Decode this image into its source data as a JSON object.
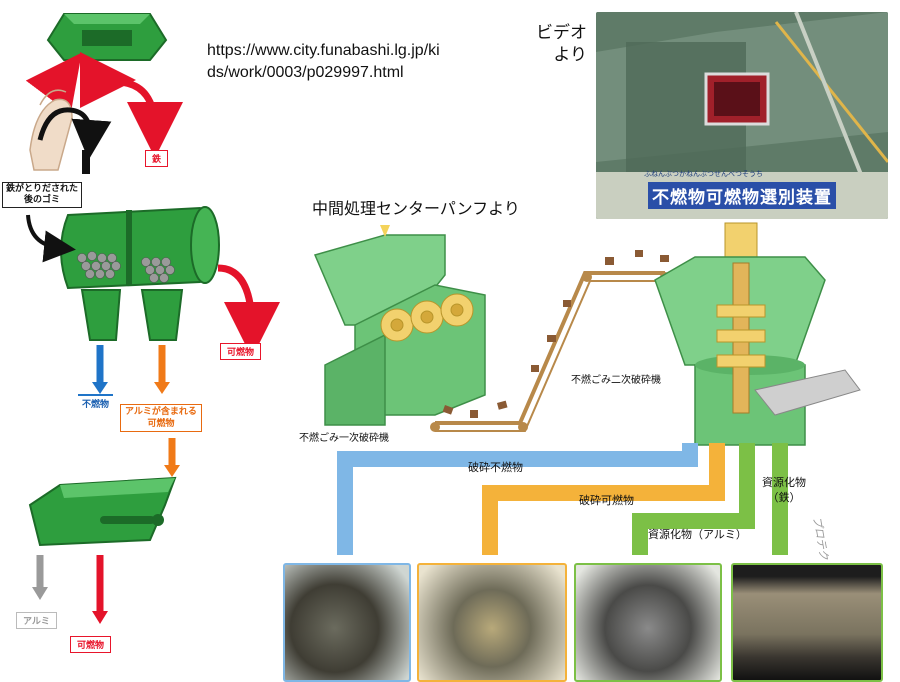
{
  "source_url": "https://www.city.funabashi.lg.jp/kids/work/0003/p029997.html",
  "video_caption": "ビデオ\nより",
  "brochure_caption": "中間処理センターパンフより",
  "photo_banner": {
    "furigana": "ふねんぶつかねんぶつせんべつそうち",
    "title": "不燃物可燃物選別装置"
  },
  "left_flow": {
    "iron": "鉄",
    "after_iron": "鉄がとりだされた\n後のゴミ",
    "combustible_1": "可燃物",
    "noncombustible": "不燃物",
    "aluminum_mixed": "アルミが含まれる\n可燃物",
    "aluminum": "アルミ",
    "combustible_2": "可燃物"
  },
  "right_flow": {
    "primary_crusher": "不燃ごみ一次破砕機",
    "secondary_crusher": "不燃ごみ二次破砕機",
    "crushed_noncombustible": "破砕不燃物",
    "crushed_combustible": "破砕可燃物",
    "resource_aluminum": "資源化物（アルミ）",
    "resource_iron": "資源化物\n（鉄）"
  },
  "handwritten_note": "プロテクト",
  "colors": {
    "machine_green": "#2e9e3e",
    "blue_arrow": "#1f74c8",
    "orange_arrow": "#f07a18",
    "red_arrow": "#e4132a",
    "light_blue_band": "#7fb7e6",
    "yellow_band": "#f4b23a",
    "light_green_band": "#7cc046"
  }
}
